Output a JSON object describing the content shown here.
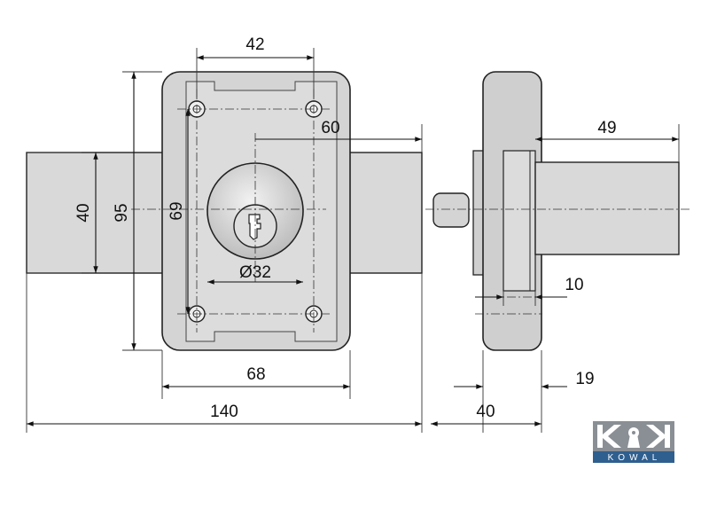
{
  "dimensions": {
    "d42": "42",
    "d60": "60",
    "d40_bolt": "40",
    "d95": "95",
    "d69": "69",
    "d32": "Ø32",
    "d68": "68",
    "d140": "140",
    "d49": "49",
    "d10": "10",
    "d19": "19",
    "d40_depth": "40"
  },
  "logo": {
    "brand": "KOWAL",
    "colors": {
      "top": "#8a8f95",
      "bottom": "#2f5f8f"
    }
  }
}
